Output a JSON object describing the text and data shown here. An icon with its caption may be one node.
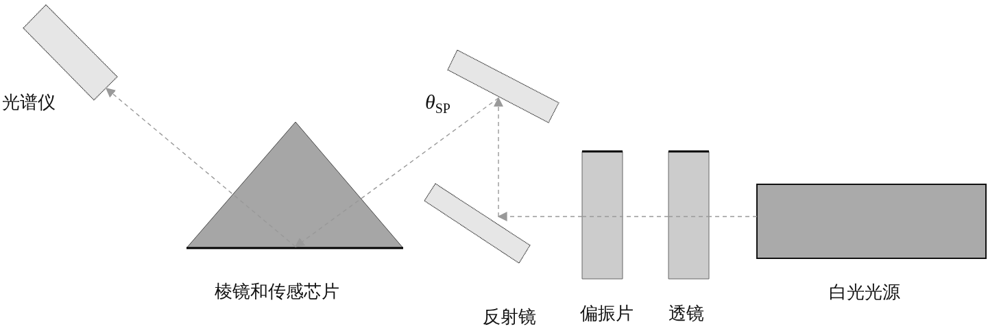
{
  "diagram": {
    "nodes": [
      {
        "text": [
          "光谱仪"
        ]
      },
      {
        "text": [
          "棱镜和传感芯片"
        ]
      },
      {
        "text": [],
        "shape": "box"
      },
      {
        "text": [
          "反射镜"
        ]
      },
      {
        "text": [
          "偏振片"
        ]
      },
      {
        "text": [
          "透镜"
        ]
      },
      {
        "text": [
          "白光光源"
        ]
      }
    ],
    "edges": [
      {
        "from": 6,
        "to": 5,
        "arrow": "none",
        "style": "dashed"
      },
      {
        "from": 5,
        "to": 4,
        "arrow": "none",
        "style": "dashed"
      },
      {
        "from": 4,
        "to": 3,
        "arrow": "to",
        "style": "dashed"
      },
      {
        "from": 3,
        "to": 2,
        "arrow": "to",
        "style": "dashed"
      },
      {
        "from": 2,
        "to": 1,
        "arrow": "to",
        "style": "dashed"
      },
      {
        "from": 1,
        "to": 0,
        "arrow": "to",
        "style": "dashed"
      }
    ],
    "labels": [
      "*θ*$_{SP}$"
    ]
  }
}
